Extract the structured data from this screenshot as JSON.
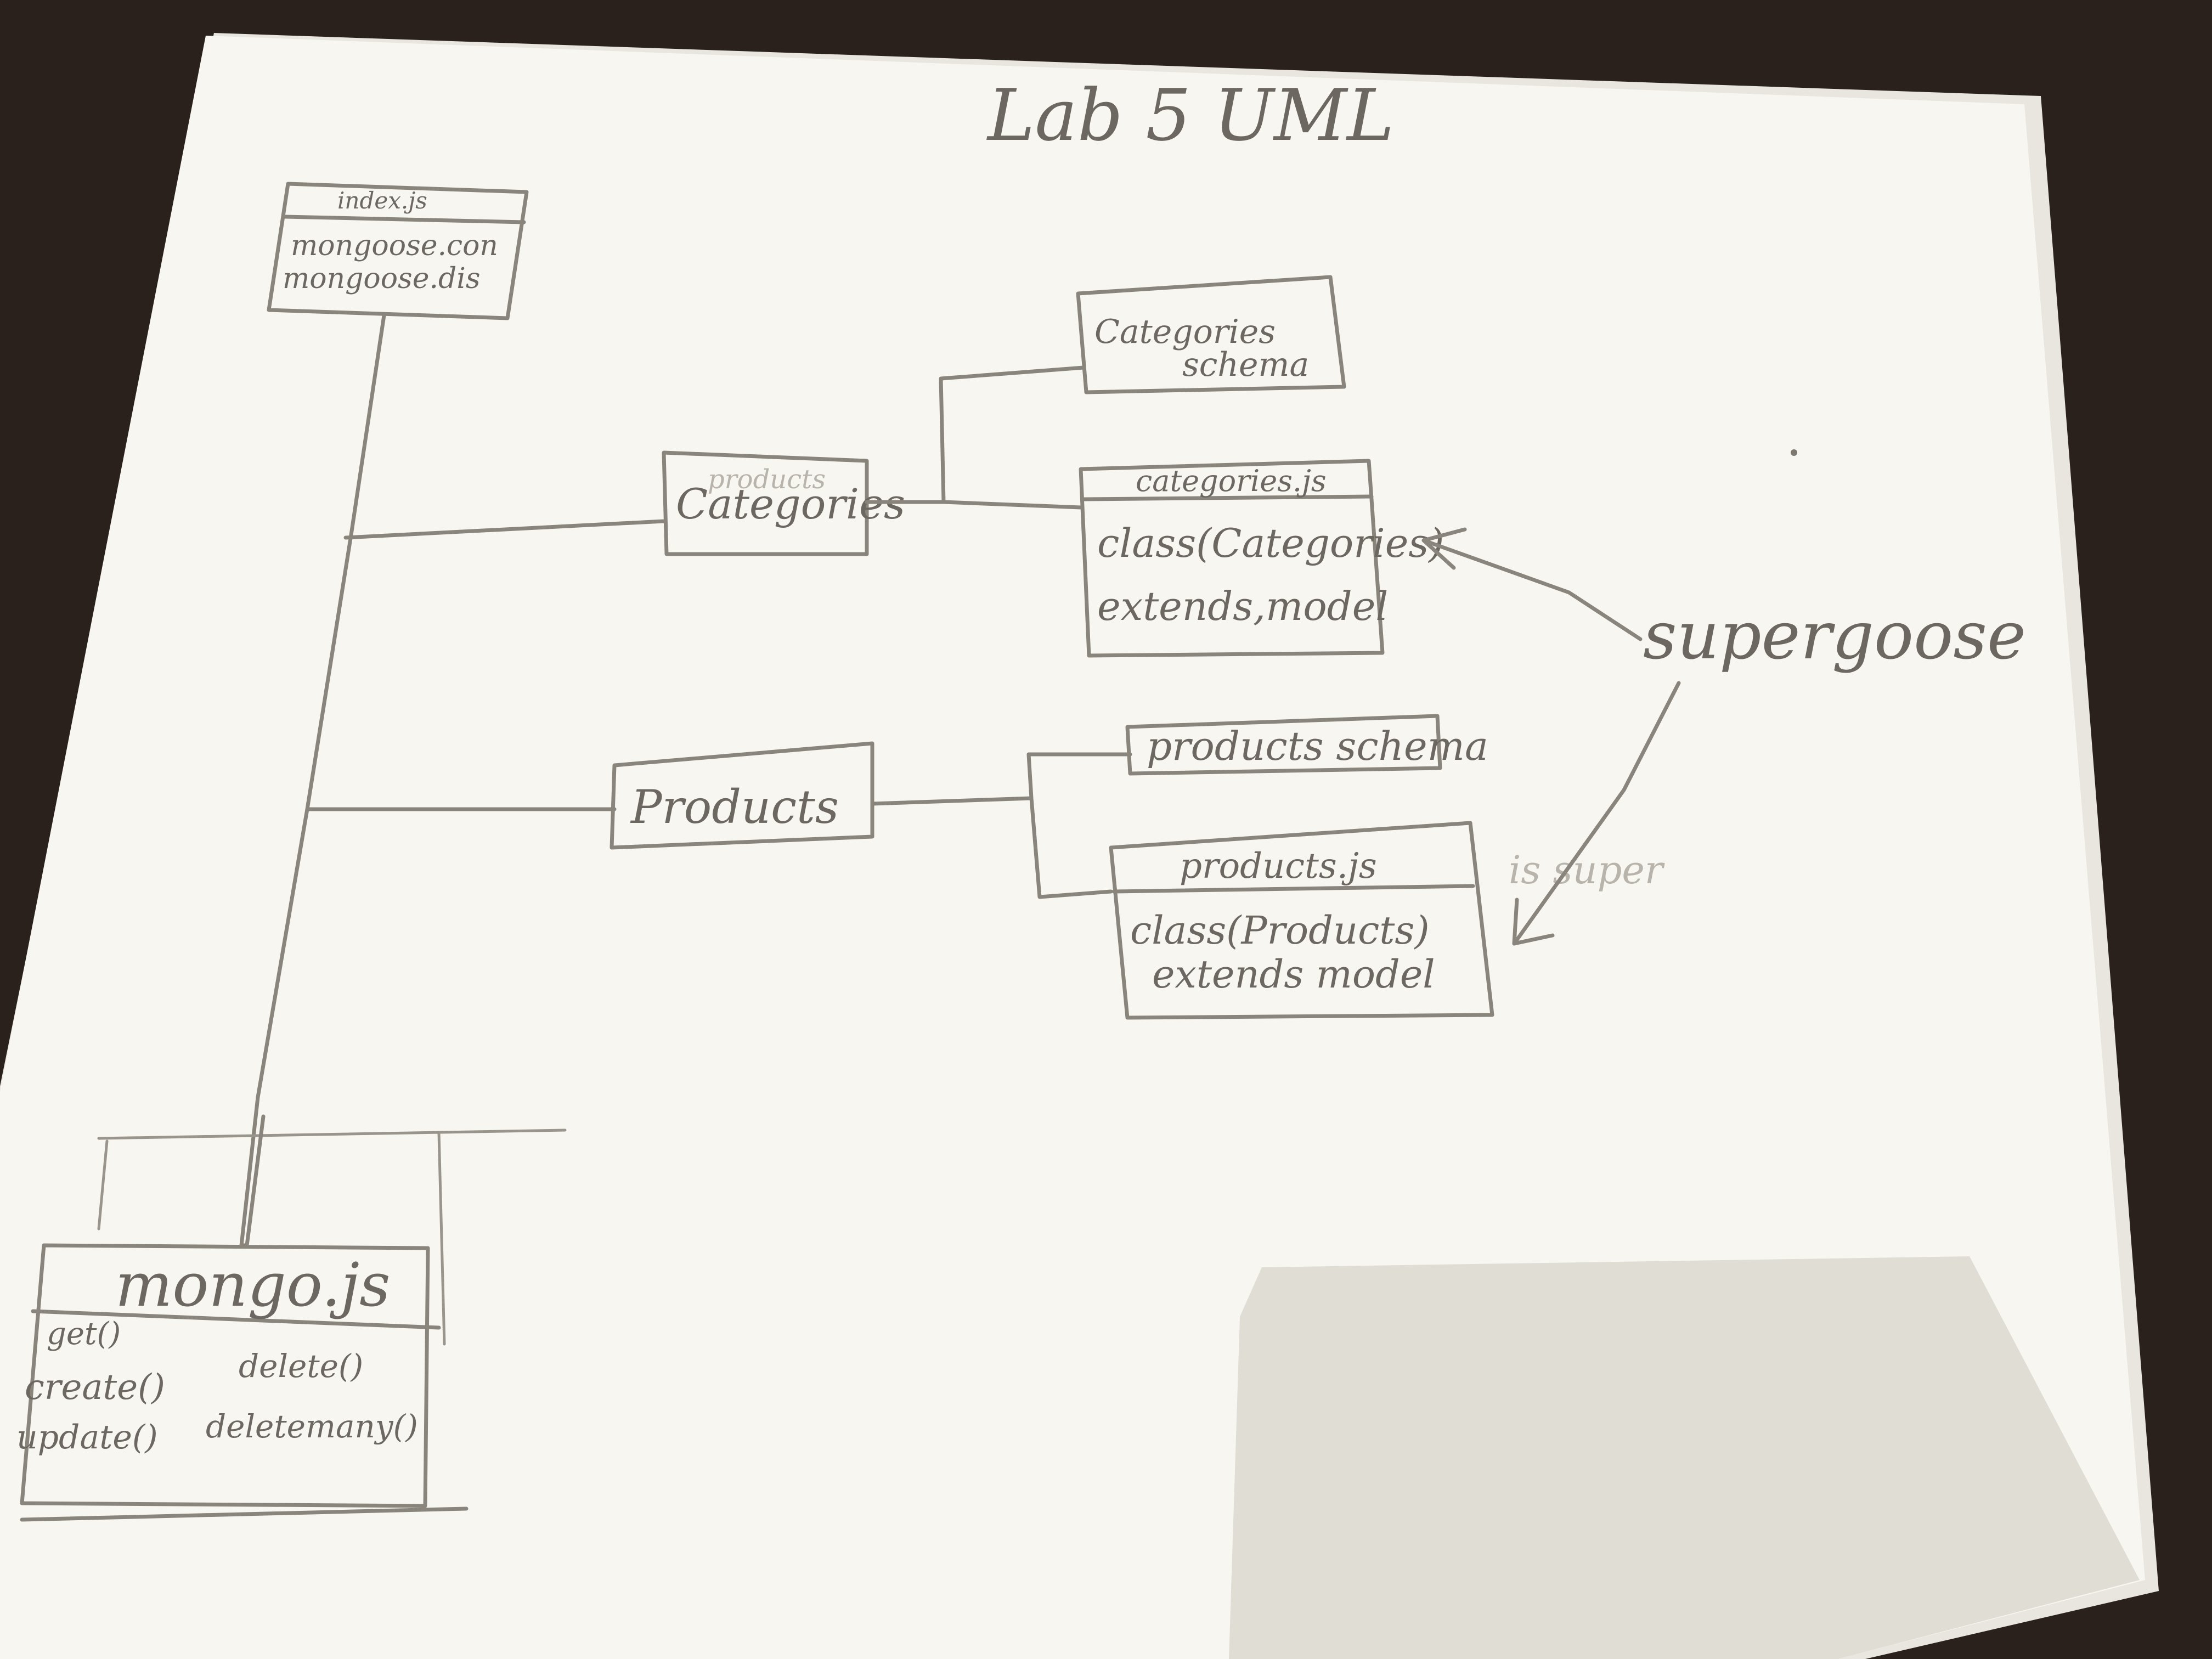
{
  "title": "Lab 5 UML",
  "boxes": {
    "index": {
      "header": "index.js",
      "members": [
        "mongoose.con",
        "mongoose.dis"
      ]
    },
    "categories_middle": {
      "label": "Categories",
      "overwritten": "products"
    },
    "categories_schema": {
      "line1": "Categories",
      "line2": "schema"
    },
    "categories_js": {
      "header": "categories.js",
      "members": [
        "class(Categories)",
        "extends,model"
      ]
    },
    "products_middle": {
      "label": "Products"
    },
    "products_schema": {
      "label": "products schema"
    },
    "products_js": {
      "header": "products.js",
      "members": [
        "class(Products)",
        "extends model"
      ]
    },
    "mongo": {
      "header": "mongo.js",
      "methods_left": [
        "get()",
        "create()",
        "update()"
      ],
      "methods_right": [
        "delete()",
        "deletemany()"
      ]
    }
  },
  "supergoose": {
    "label": "supergoose",
    "erased": "is super"
  },
  "colors": {
    "paper": "#f7f5f0",
    "pencil": "#8a857c",
    "table": "#2a211d",
    "ink": "#6c6760"
  }
}
